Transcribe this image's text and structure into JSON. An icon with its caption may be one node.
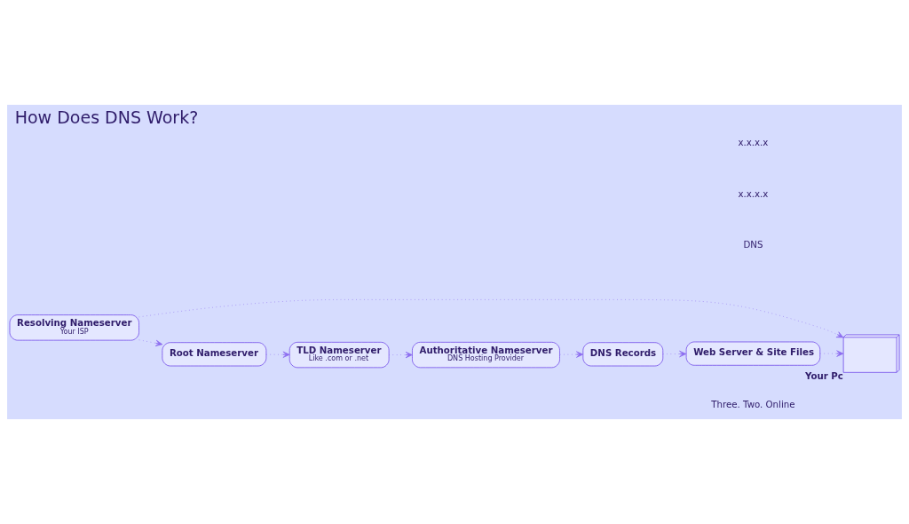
{
  "diagram": {
    "title": "How Does DNS Work?",
    "nodes": [
      {
        "text": [],
        "shape": "picture",
        "beside": [
          "Your Pc"
        ]
      },
      {
        "text": [
          "Resolving Nameserver",
          "Your ISP"
        ]
      },
      {
        "text": [
          "Root Nameserver"
        ]
      },
      {
        "text": [
          "TLD Nameserver",
          "Like .com or .net"
        ]
      },
      {
        "text": [
          "Authoritative Nameserver",
          "DNS Hosting Provider"
        ]
      },
      {
        "text": [
          "DNS Records"
        ]
      },
      {
        "text": [
          "Web Server & Site Files"
        ]
      }
    ],
    "edges": [
      {
        "from": 1,
        "to": 0,
        "arrow": "to"
      },
      {
        "from": 6,
        "to": 0,
        "arrow": "to"
      },
      {
        "from": 1,
        "to": 2,
        "arrow": "to"
      },
      {
        "from": 2,
        "to": 3,
        "arrow": "to"
      },
      {
        "from": 3,
        "to": 4,
        "arrow": "to"
      },
      {
        "from": 4,
        "to": 5,
        "arrow": "to"
      },
      {
        "from": 5,
        "to": 6,
        "arrow": "to"
      }
    ],
    "labels": [
      "Three. Two. Online",
      "DNS",
      "x.x.x.x",
      "x.x.x.x"
    ]
  }
}
